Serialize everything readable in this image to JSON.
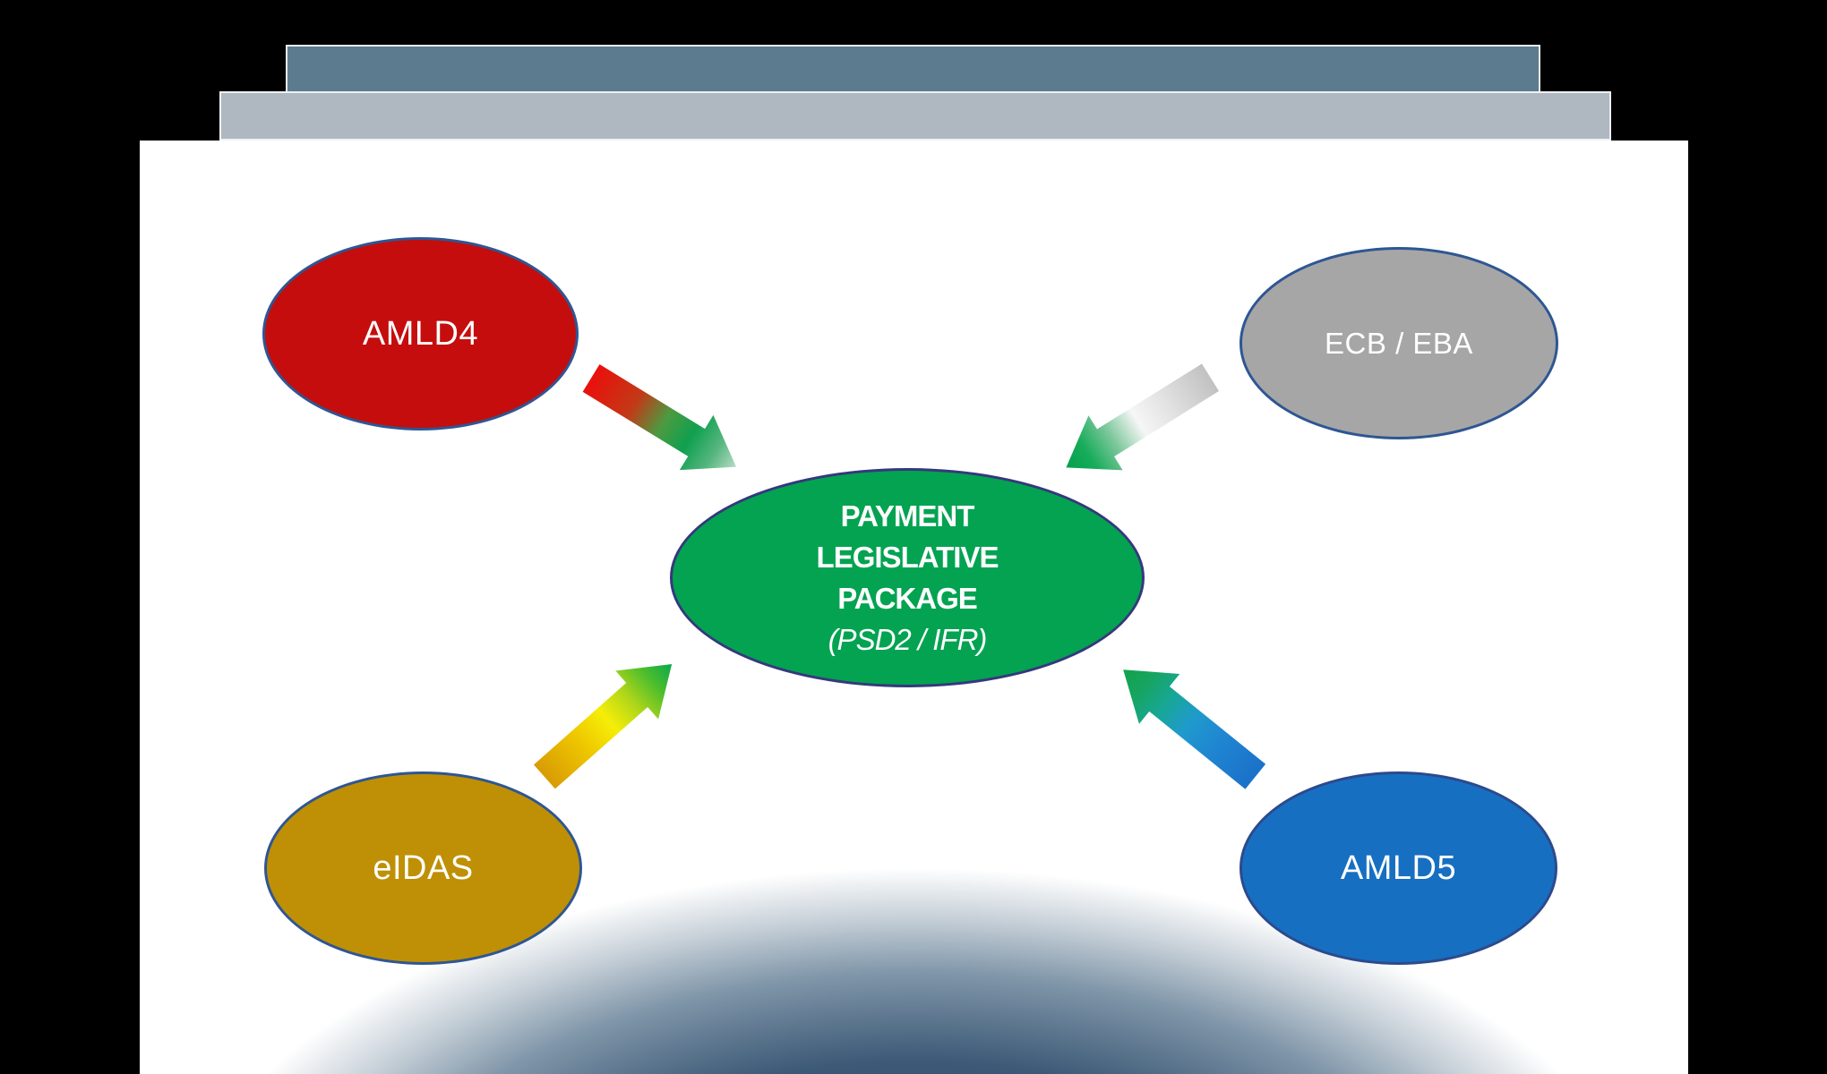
{
  "scene": {
    "background_color": "#000000",
    "deck": {
      "back_bar_color": "#5D7B8E",
      "front_bar_color": "#AFB7C0",
      "edge_highlight_color": "#E8EDF0",
      "canvas_color": "#FFFFFF",
      "horizon_glow_color": "#3C5976"
    }
  },
  "diagram": {
    "center_node": {
      "lines": [
        "PAYMENT",
        "LEGISLATIVE",
        "PACKAGE",
        "(PSD2 / IFR)"
      ],
      "fill": "#03A351",
      "border_color": "#35387C",
      "text_color": "#FFFFFF"
    },
    "nodes": [
      {
        "id": "amld4",
        "label": "AMLD4",
        "fill": "#C50D0D",
        "border_color": "#2E5693",
        "text_color": "#FFFFFF"
      },
      {
        "id": "ecb-eba",
        "label": "ECB / EBA",
        "fill": "#A6A6A6",
        "border_color": "#2E5693",
        "text_color": "#FFFFFF"
      },
      {
        "id": "eidas",
        "label": "eIDAS",
        "fill": "#BF9005",
        "border_color": "#2E5693",
        "text_color": "#FFFFFF"
      },
      {
        "id": "amld5",
        "label": "AMLD5",
        "fill": "#176FC1",
        "border_color": "#2C4A8C",
        "text_color": "#FFFFFF"
      }
    ],
    "arrows": [
      {
        "id": "amld4-to-center",
        "from": "AMLD4",
        "to": "PAYMENT LEGISLATIVE PACKAGE",
        "stops": [
          "#EA0F0B",
          "#C23A17",
          "#4D9A40",
          "#0FA04F",
          "#57B67F",
          "#B7DCC6"
        ]
      },
      {
        "id": "ecb-to-center",
        "from": "ECB / EBA",
        "to": "PAYMENT LEGISLATIVE PACKAGE",
        "stops": [
          "#C1C1C1",
          "#E2E2E2",
          "#F6F6F6",
          "#7CC79B",
          "#17AC5A",
          "#02A04D"
        ]
      },
      {
        "id": "eidas-to-center",
        "from": "eIDAS",
        "to": "PAYMENT LEGISLATIVE PACKAGE",
        "stops": [
          "#D89B04",
          "#EFC800",
          "#F6EE07",
          "#AED61A",
          "#4BBD2C",
          "#0AA84D"
        ]
      },
      {
        "id": "amld5-to-center",
        "from": "AMLD5",
        "to": "PAYMENT LEGISLATIVE PACKAGE",
        "stops": [
          "#1B71C9",
          "#1F86D2",
          "#1F9ACC",
          "#18A795",
          "#16A45F",
          "#13A24B"
        ]
      }
    ]
  }
}
